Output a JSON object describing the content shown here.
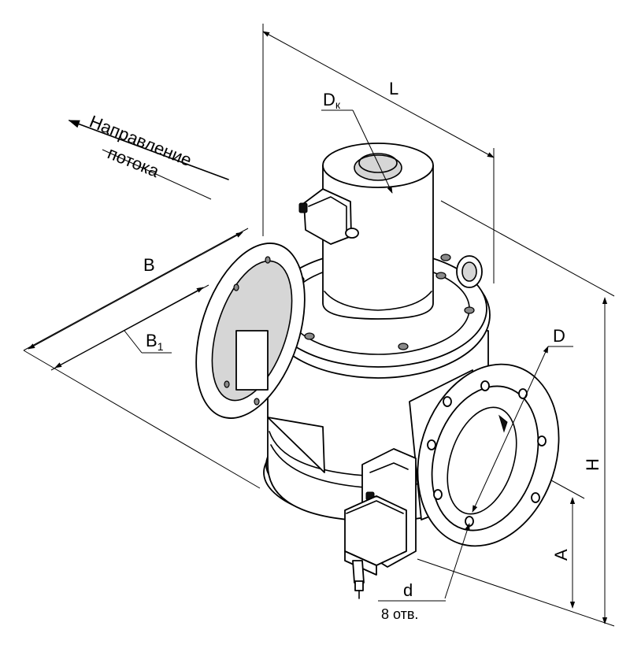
{
  "flow_direction": {
    "line1": "Направление",
    "line2": "потока"
  },
  "dimensions": {
    "L": "L",
    "Dk_main": "D",
    "Dk_sub": "к",
    "B": "B",
    "B1_main": "B",
    "B1_sub": "1",
    "D": "D",
    "H": "H",
    "A": "A",
    "d": "d",
    "holes": "8 отв."
  }
}
